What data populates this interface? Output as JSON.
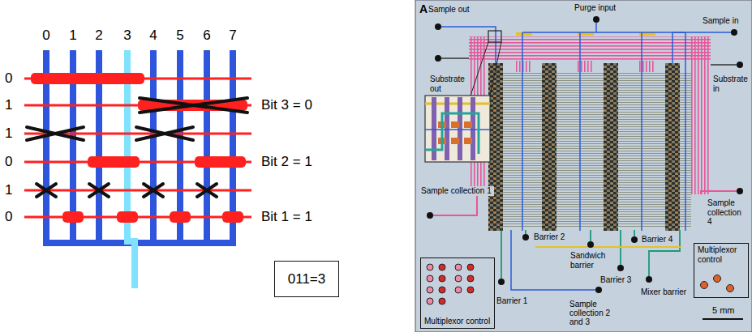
{
  "diagram": {
    "nodes": [
      {
        "text": [
          "011=3"
        ]
      },
      {
        "text": [
          "Multiplexor control"
        ]
      },
      {
        "text": [
          "Multiplexor control"
        ]
      }
    ],
    "labels": [
      "0",
      "1",
      "2",
      "3",
      "4",
      "5",
      "6",
      "7",
      "0",
      "1",
      "1",
      "0",
      "1",
      "0",
      "Bit 3 = 0",
      "Bit 2 = 1",
      "Bit 1 = 1",
      "A",
      "Sample out",
      "Purge input",
      "Sample in",
      "Substrate out",
      "Substrate in",
      "Sample collection 1",
      "Barrier 2",
      "Sandwich barrier",
      "Barrier 3",
      "Barrier 4",
      "Sample collection 4",
      "Barrier 1",
      "Mixer barrier",
      "Sample collection 2 and 3",
      "5 mm"
    ]
  }
}
